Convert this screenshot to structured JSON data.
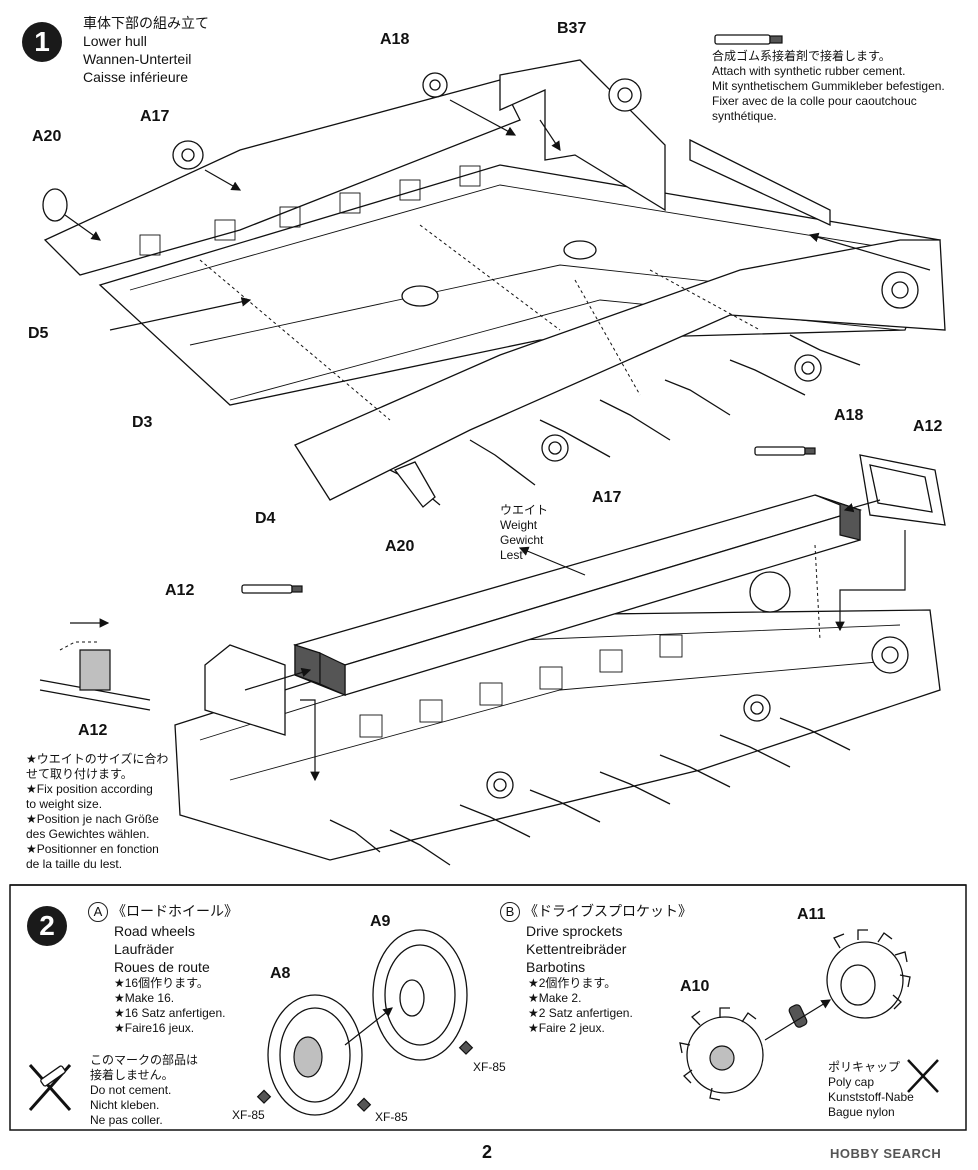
{
  "step1": {
    "number": "1",
    "title_ja": "車体下部の組み立て",
    "title_en": "Lower hull",
    "title_de": "Wannen-Unterteil",
    "title_fr": "Caisse inférieure",
    "cement_note": [
      "合成ゴム系接着剤で接着します。",
      "Attach with synthetic rubber cement.",
      "Mit synthetischem Gummikleber befestigen.",
      "Fixer avec de la colle pour caoutchouc",
      "synthétique."
    ],
    "weight_label": [
      "ウエイト",
      "Weight",
      "Gewicht",
      "Lest"
    ],
    "fix_note": [
      "★ウエイトのサイズに合わ",
      "せて取り付けます。",
      "★Fix position according",
      "to weight size.",
      "★Position je nach Größe",
      "des Gewichtes wählen.",
      "★Positionner en fonction",
      "de la taille du lest."
    ],
    "parts": {
      "A18_top": "A18",
      "B37": "B37",
      "A17_top": "A17",
      "A20_top": "A20",
      "D5": "D5",
      "D3": "D3",
      "D4": "D4",
      "A18_right": "A18",
      "A17_mid": "A17",
      "A20_mid": "A20",
      "A12_right": "A12",
      "A12_left": "A12",
      "A12_inset": "A12"
    }
  },
  "step2": {
    "number": "2",
    "roadwheels": {
      "letter": "A",
      "title_ja": "《ロードホイール》",
      "title_en": "Road wheels",
      "title_de": "Laufräder",
      "title_fr": "Roues de route",
      "make": [
        "★16個作ります。",
        "★Make 16.",
        "★16 Satz anfertigen.",
        "★Faire16 jeux."
      ]
    },
    "sprockets": {
      "letter": "B",
      "title_ja": "《ドライブスプロケット》",
      "title_en": "Drive sprockets",
      "title_de": "Kettentreibräder",
      "title_fr": "Barbotins",
      "make": [
        "★2個作ります。",
        "★Make 2.",
        "★2 Satz anfertigen.",
        "★Faire 2 jeux."
      ]
    },
    "nocement": [
      "このマークの部品は",
      "接着しません。",
      "Do not cement.",
      "Nicht kleben.",
      "Ne pas coller."
    ],
    "parts": {
      "A9": "A9",
      "A8": "A8",
      "A11": "A11",
      "A10": "A10",
      "xf1": "XF-85",
      "xf2": "XF-85",
      "xf3": "XF-85"
    },
    "polycap": [
      "ポリキャップ",
      "Poly cap",
      "Kunststoff-Nabe",
      "Bague nylon"
    ]
  },
  "page_number": "2",
  "watermark": "HOBBY SEARCH"
}
